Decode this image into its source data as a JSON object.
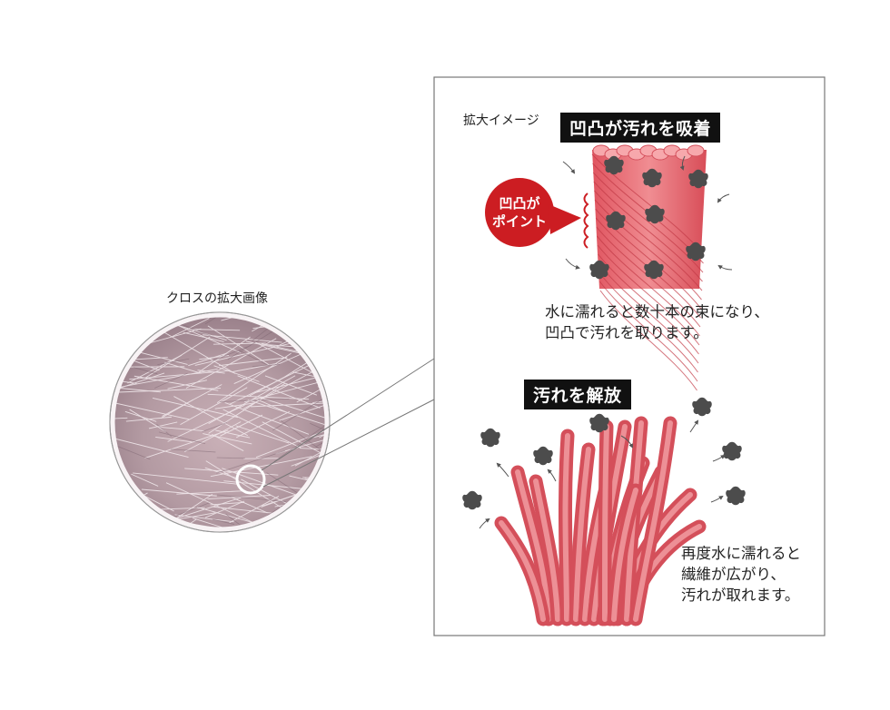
{
  "cloth": {
    "label": "クロスの拡大画像"
  },
  "enlarged": {
    "label": "拡大イメージ",
    "absorb": {
      "tag": "凹凸が汚れを吸着",
      "badge_line1": "凹凸が",
      "badge_line2": "ポイント",
      "text_line1": "水に濡れると数十本の束になり、",
      "text_line2": "凹凸で汚れを取ります。"
    },
    "release": {
      "tag": "汚れを解放",
      "text_line1": "再度水に濡れると",
      "text_line2": "繊維が広がり、",
      "text_line3": "汚れが取れます。"
    }
  },
  "colors": {
    "fiber": "#e2656d",
    "fiber_light": "#f2a3a6",
    "badge": "#cc1d22",
    "dirt": "#4c4c4c",
    "tag_bg": "#111111",
    "cloth_tint": "#a88a93"
  },
  "icons": {
    "dirt": "flower-blob-icon",
    "arrow": "small-curved-arrow-icon"
  }
}
